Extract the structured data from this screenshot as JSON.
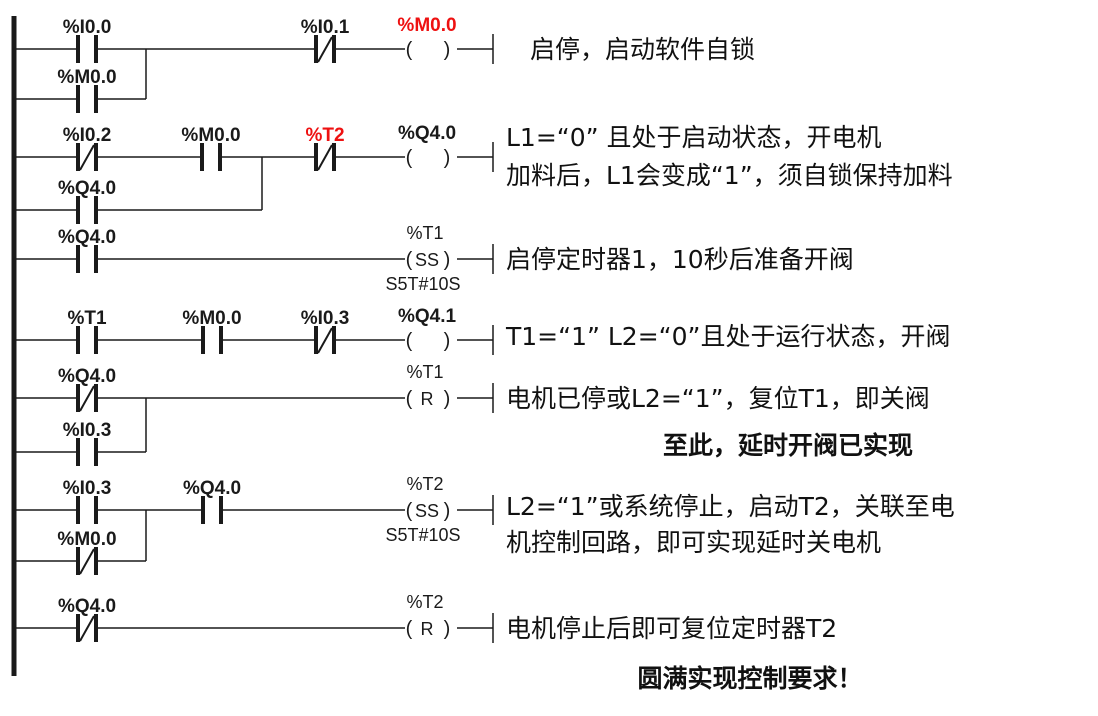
{
  "rungs": [
    {
      "contacts": [
        "%I0.0",
        "%M0.0",
        "%I0.1"
      ],
      "coil": {
        "label": "%M0.0",
        "op": ""
      },
      "comment": [
        "启停，启动软件自锁"
      ]
    },
    {
      "contacts": [
        "%I0.2",
        "%M0.0",
        "%T2",
        "%Q4.0"
      ],
      "coil": {
        "label": "%Q4.0",
        "op": ""
      },
      "comment": [
        "L1=“0” 且处于启动状态，开电机",
        "加料后，L1会变成“1”，须自锁保持加料"
      ]
    },
    {
      "contacts": [
        "%Q4.0"
      ],
      "coil": {
        "label": "%T1",
        "op": "SS",
        "preset": "S5T#10S"
      },
      "comment": [
        "启停定时器1，10秒后准备开阀"
      ]
    },
    {
      "contacts": [
        "%T1",
        "%M0.0",
        "%I0.3"
      ],
      "coil": {
        "label": "%Q4.1",
        "op": ""
      },
      "comment": [
        "T1=“1”  L2=“0”且处于运行状态，开阀"
      ]
    },
    {
      "contacts": [
        "%Q4.0",
        "%I0.3"
      ],
      "coil": {
        "label": "%T1",
        "op": "R"
      },
      "comment": [
        "电机已停或L2=“1”，复位T1，即关阀"
      ]
    },
    {
      "contacts": [
        "%I0.3",
        "%M0.0",
        "%Q4.0"
      ],
      "coil": {
        "label": "%T2",
        "op": "SS",
        "preset": "S5T#10S"
      },
      "comment": [
        "L2=“1”或系统停止，启动T2，关联至电",
        "机控制回路，即可实现延时关电机"
      ]
    },
    {
      "contacts": [
        "%Q4.0"
      ],
      "coil": {
        "label": "%T2",
        "op": "R"
      },
      "comment": [
        "电机停止后即可复位定时器T2"
      ]
    }
  ],
  "notes": {
    "delay_open": "至此，延时开阀已实现",
    "final": "圆满实现控制要求！"
  },
  "colors": {
    "highlight": "#ee1111",
    "line": "#1a1a1a"
  }
}
